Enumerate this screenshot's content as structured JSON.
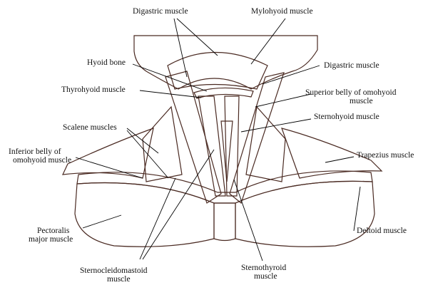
{
  "labels": {
    "digastric_top": "Digastric muscle",
    "mylohyoid": "Mylohyoid muscle",
    "hyoid_bone": "Hyoid bone",
    "digastric_right": "Digastric muscle",
    "thyrohyoid": "Thyrohyoid muscle",
    "superior_omohyoid_1": "Superior belly of omohyoid",
    "superior_omohyoid_2": "muscle",
    "sternohyoid": "Sternohyoid muscle",
    "scalene": "Scalene muscles",
    "inferior_omohyoid_1": "Inferior belly of",
    "inferior_omohyoid_2": "omohyoid muscle",
    "trapezius": "Trapezius muscle",
    "pectoralis_1": "Pectoralis",
    "pectoralis_2": "major muscle",
    "deltoid": "Deltoid muscle",
    "scm_1": "Sternocleidomastoid",
    "scm_2": "muscle",
    "sternothyroid_1": "Sternothyroid",
    "sternothyroid_2": "muscle"
  },
  "colors": {
    "muscle": "#d9656a",
    "muscle_dark": "#b8434a",
    "muscle_light": "#e58d8c",
    "skin": "#ebbc9c",
    "bone": "#f2d6b8",
    "outline": "#4a2a22"
  }
}
